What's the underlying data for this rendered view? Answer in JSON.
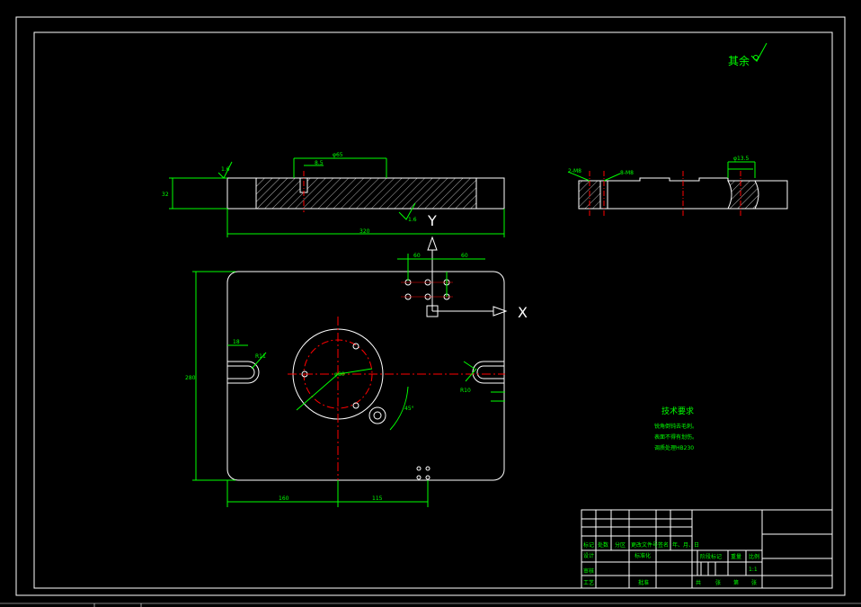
{
  "sheet": {
    "background": "#000000",
    "line_color": "#ffffff",
    "dim_color": "#00ff00",
    "center_color": "#ff0000"
  },
  "roughness_note": "其余",
  "front_view": {
    "label_width": "φ65",
    "label_slot": "8.5",
    "label_height": "32",
    "label_length": "320",
    "roughness": "1.6",
    "axis_y": "Y"
  },
  "plan_view": {
    "axis_x": "X",
    "label_overall_height": "280",
    "label_left_slot": "18",
    "label_bottom_left": "160",
    "label_bottom_right": "115",
    "label_holes_top": "60",
    "label_holes_right": "60",
    "label_center_bore": "φ80",
    "label_angle": "45°",
    "label_r_left": "R11",
    "label_r_right": "R10"
  },
  "side_view": {
    "label_left": "2-M8",
    "label_right": "φ13.5"
  },
  "tech_requirements": {
    "title": "技术要求",
    "lines": [
      "锐角倒钝去毛刺。",
      "表面不得有划伤。",
      "调质处理HB230"
    ]
  },
  "title_block": {
    "row_headers": [
      "标记",
      "处数",
      "分区",
      "更改文件号",
      "签名",
      "年、月、日"
    ],
    "labels_left": [
      "设计",
      "标准化",
      "审核",
      "工艺",
      "批准"
    ],
    "labels_right": [
      "阶段标记",
      "重量",
      "比例"
    ],
    "scale": "1:1",
    "footer": [
      "共",
      "张",
      "第",
      "张"
    ]
  }
}
